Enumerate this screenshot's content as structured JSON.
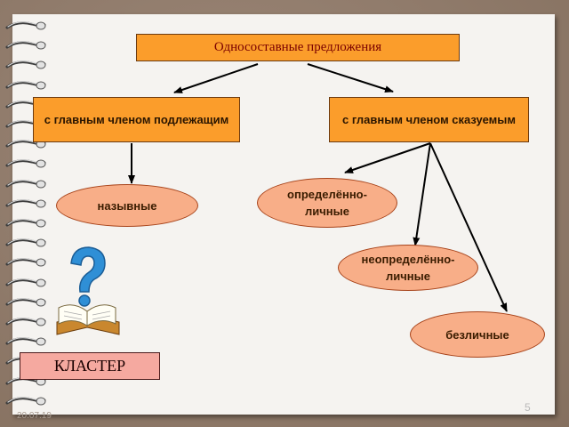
{
  "diagram": {
    "title": "Односоставные предложения",
    "left_group": "с главным членом подлежащим",
    "right_group": "с главным членом сказуемым",
    "leaves": {
      "nominative": "назывные",
      "definite": "определённо-личные",
      "indefinite": "неопределённо-личные",
      "impersonal": "безличные"
    }
  },
  "cluster_label": "КЛАСТЕР",
  "slide_number": "5",
  "date": "20.07.19",
  "colors": {
    "box_fill": "#fb9d2b",
    "oval_fill": "#f8ae88",
    "title_text": "#7a0000",
    "cluster_fill": "#f5a9a0",
    "question_mark": "#2f8fd6"
  },
  "icons": [
    "spiral-binding",
    "question-mark-icon",
    "open-book-icon"
  ]
}
